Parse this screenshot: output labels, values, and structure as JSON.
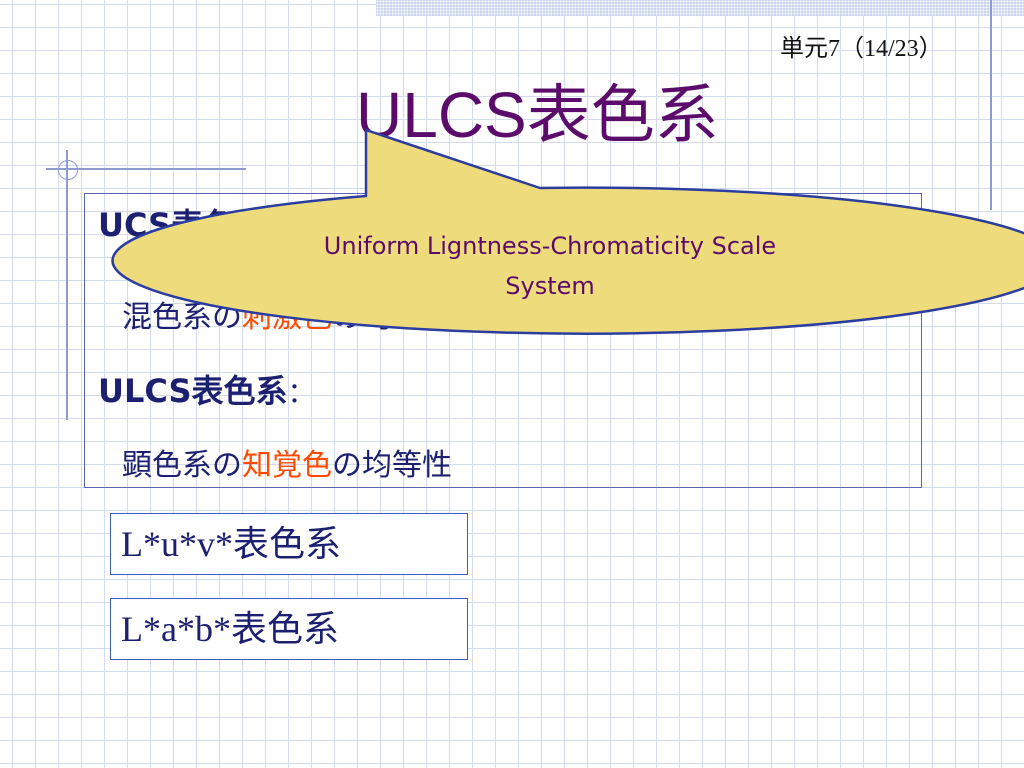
{
  "slide_number": "単元7（14/23）",
  "title": "ULCS表色系",
  "box": {
    "ucs_label": "UCS表色系",
    "ucs_desc_pre": "混色系の",
    "ucs_desc_hl": "刺激色",
    "ucs_desc_post": "の均等性",
    "ulcs_label": "ULCS表色系",
    "ulcs_colon": "：",
    "ulcs_desc_pre": "顕色系の",
    "ulcs_desc_hl": "知覚色",
    "ulcs_desc_post": "の均等性"
  },
  "callout": {
    "text_line1": "Uniform Ligntness-Chromaticity Scale",
    "text_line2": "System"
  },
  "systems": [
    {
      "label": "L*u*v*表色系"
    },
    {
      "label": "L*a*b*表色系"
    }
  ],
  "colors": {
    "title": "#5b0c6b",
    "body_text": "#1d2070",
    "highlight": "#ff4a00",
    "callout_fill": "#eedc7c",
    "callout_stroke": "#2b3d9e"
  }
}
